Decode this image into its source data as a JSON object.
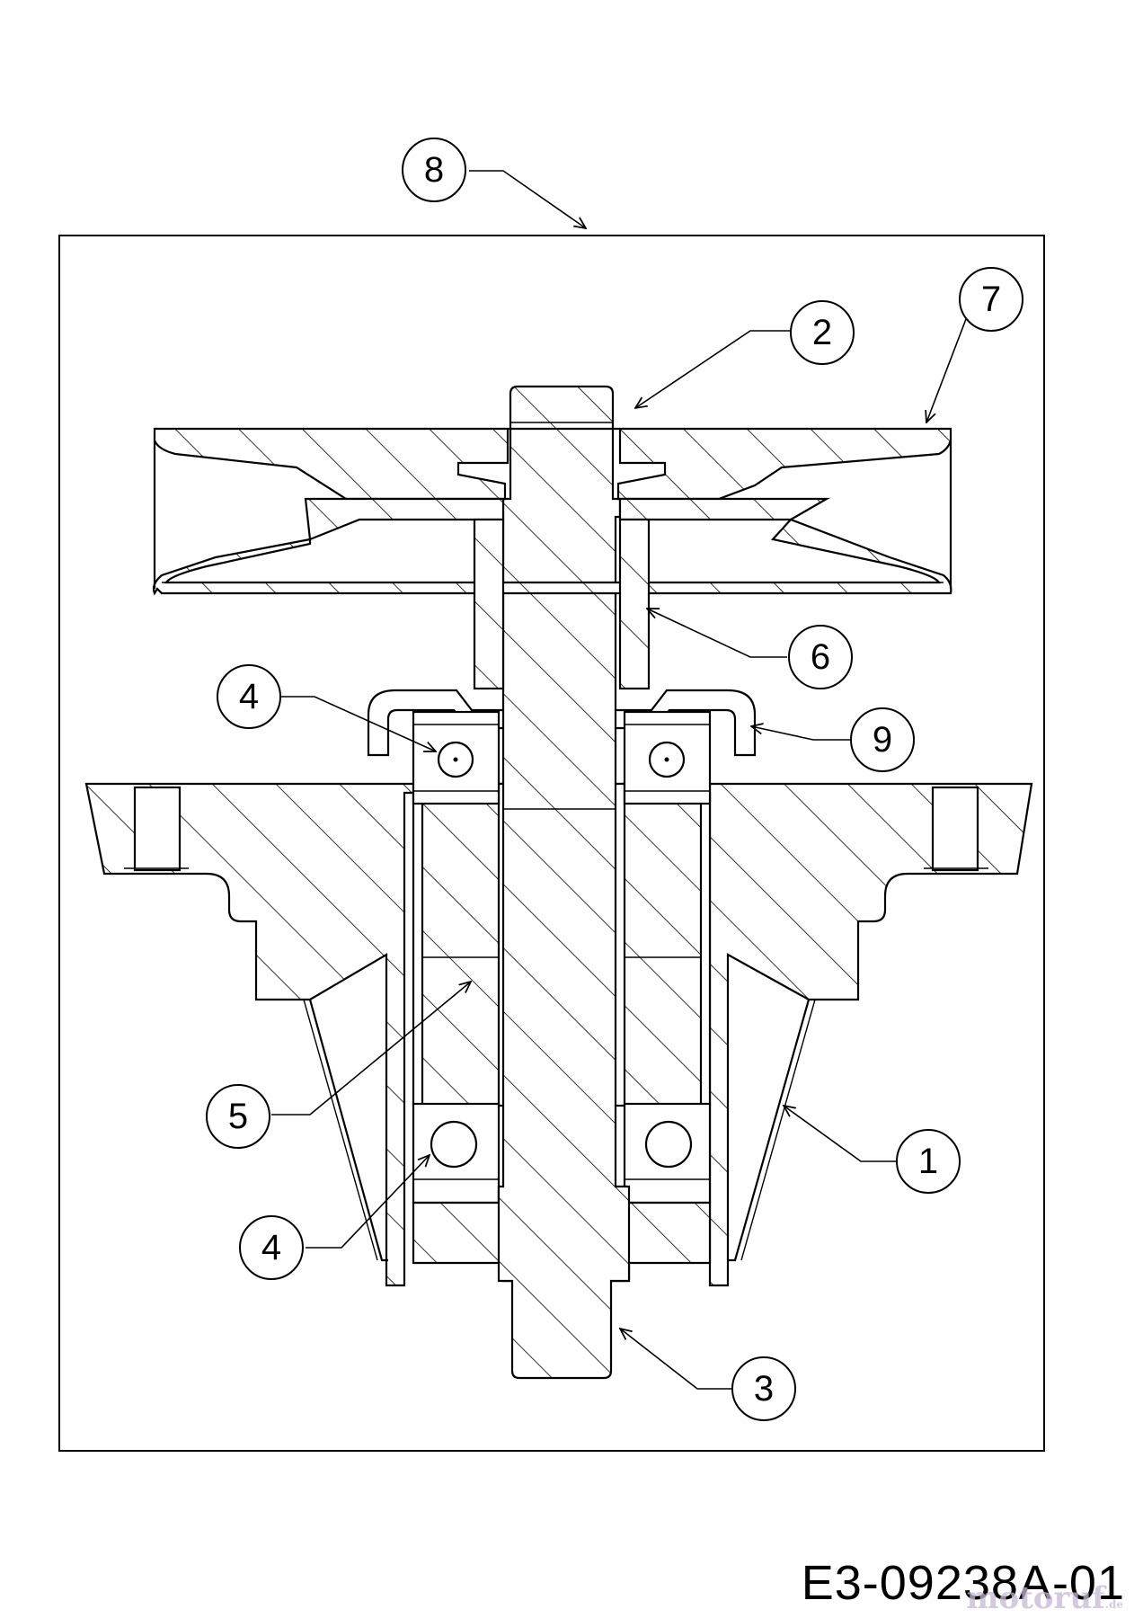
{
  "drawing_number": "E3-09238A-01",
  "watermark": {
    "brand": "motoruf",
    "domain": ".de"
  },
  "callouts": [
    {
      "label": "8"
    },
    {
      "label": "7"
    },
    {
      "label": "2"
    },
    {
      "label": "6"
    },
    {
      "label": "4"
    },
    {
      "label": "9"
    },
    {
      "label": "5"
    },
    {
      "label": "1"
    },
    {
      "label": "4"
    },
    {
      "label": "3"
    }
  ]
}
